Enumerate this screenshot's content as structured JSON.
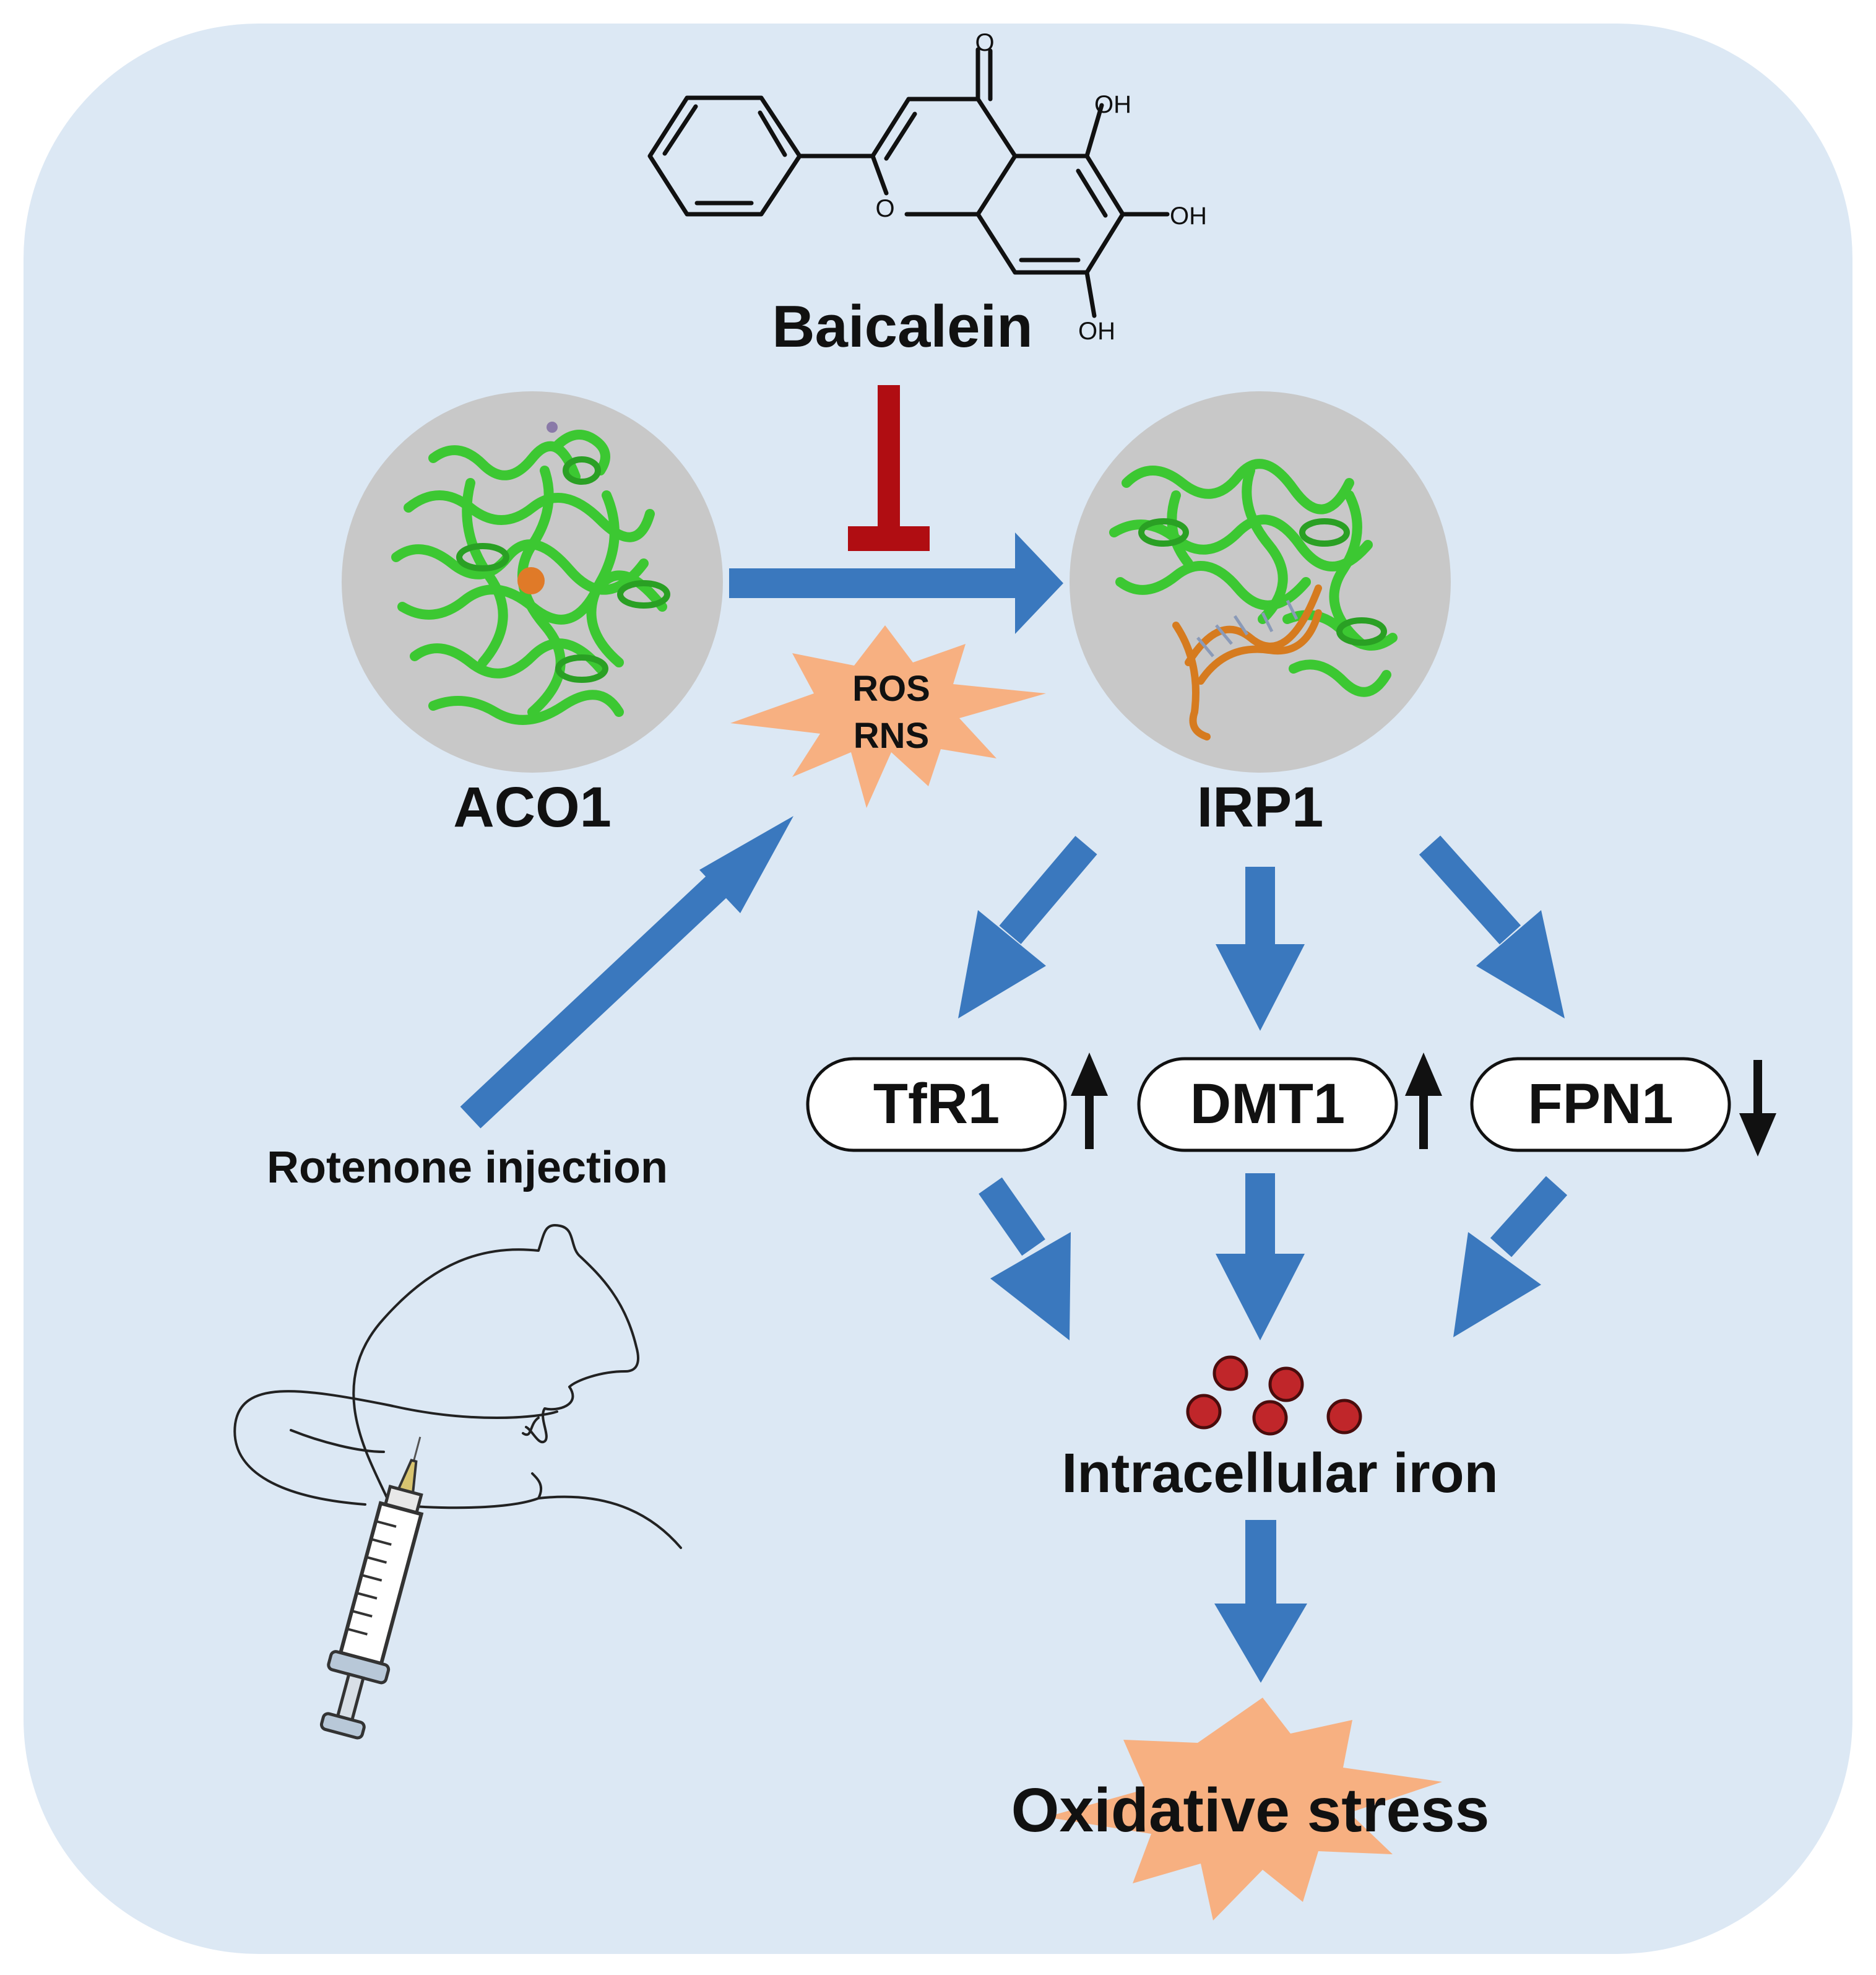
{
  "compound": {
    "name": "Baicalein",
    "groups": [
      "OH",
      "OH",
      "OH"
    ],
    "carbonyl_atom": "O",
    "ring_oxygen": "O"
  },
  "proteins": {
    "left": "ACO1",
    "right": "IRP1"
  },
  "stressors": {
    "line1": "ROS",
    "line2": "RNS"
  },
  "treatment": "Rotenone injection",
  "targets": [
    {
      "name": "TfR1",
      "change": "up"
    },
    {
      "name": "DMT1",
      "change": "up"
    },
    {
      "name": "FPN1",
      "change": "down"
    }
  ],
  "iron": "Intracellular iron",
  "outcome": "Oxidative stress",
  "colors": {
    "background": "#dce8f4",
    "arrow": "#3a78be",
    "inhibitor": "#b00d12",
    "burst": "#f7b081",
    "protein_disc": "#c8c8c8",
    "protein_ribbon": "#3cc832",
    "iron_particle": "#c0262a",
    "rna_strand": "#d67b1f"
  }
}
